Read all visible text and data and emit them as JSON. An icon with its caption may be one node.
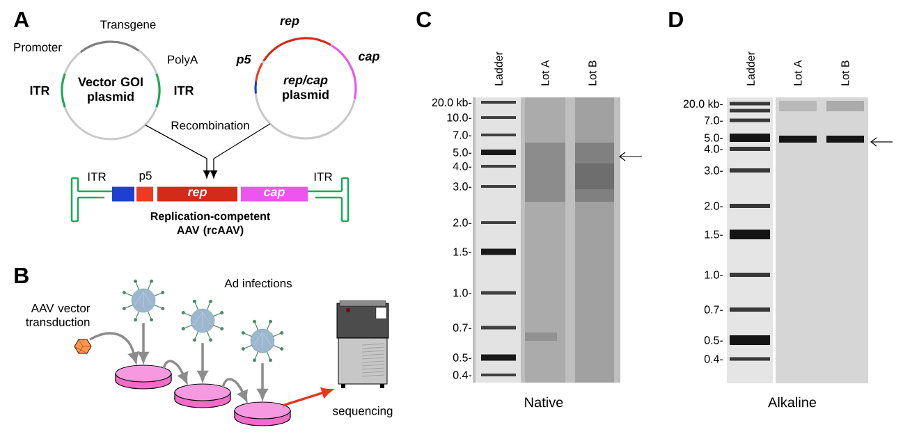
{
  "diagram": {
    "nodes": [
      {
        "text": [
          "Vector GOI plasmid"
        ],
        "beside": [
          "Transgene",
          "Promoter",
          "PolyA",
          "ITR",
          "ITR"
        ]
      },
      {
        "text": [
          "*rep/cap* plasmid"
        ],
        "beside": [
          "rep",
          "p5",
          "cap"
        ]
      },
      {
        "text": [
          "Replication-competent AAV (rcAAV)"
        ]
      },
      {
        "text": [],
        "shape": "box",
        "in": 2
      },
      {
        "text": [],
        "shape": "box",
        "in": 2
      },
      {
        "text": [
          "rep"
        ],
        "in": 2
      },
      {
        "text": [
          "cap"
        ],
        "in": 2
      },
      {
        "text": [],
        "shape": "picture",
        "beside": [
          "AAV vector transduction"
        ]
      },
      {
        "text": [],
        "shape": "picture"
      },
      {
        "text": [],
        "shape": "picture"
      },
      {
        "text": [],
        "shape": "picture"
      },
      {
        "text": [],
        "shape": "cylinder"
      },
      {
        "text": [],
        "shape": "cylinder"
      },
      {
        "text": [],
        "shape": "cylinder"
      },
      {
        "text": [],
        "shape": "picture",
        "beside": [
          "sequencing"
        ]
      }
    ],
    "edges": [
      {
        "from": 0,
        "to": 2,
        "arrow": "to",
        "label": "Recombination",
        "color": "#000000"
      },
      {
        "from": 1,
        "to": 2,
        "arrow": "to",
        "color": "#000000"
      },
      {
        "from": 7,
        "to": 11,
        "arrow": "to"
      },
      {
        "from": 8,
        "to": 11,
        "arrow": "to"
      },
      {
        "from": 11,
        "to": 12,
        "arrow": "to"
      },
      {
        "from": 9,
        "to": 12,
        "arrow": "to"
      },
      {
        "from": 12,
        "to": 13,
        "arrow": "to"
      },
      {
        "from": 10,
        "to": 13,
        "arrow": "to"
      },
      {
        "from": 13,
        "to": 14,
        "arrow": "to",
        "color": "#e8361c"
      }
    ],
    "labels": [
      "A",
      "ITR",
      "p5",
      "ITR",
      "B",
      "Ad infections",
      "C",
      "D",
      "Ladder",
      "Lot A",
      "Lot B",
      "Ladder",
      "Lot A",
      "Lot B",
      "20.0 kb-",
      "10.0-",
      "7.0-",
      "5.0-",
      "4.0-",
      "3.0-",
      "2.0-",
      "1.5-",
      "1.0-",
      "0.7-",
      "0.5-",
      "0.4-",
      "Native",
      "20.0 kb-",
      "7.0-",
      "5.0-",
      "4.0-",
      "3.0-",
      "2.0-",
      "1.5-",
      "1.0-",
      "0.7-",
      "0.5-",
      "0.4-",
      "Alkaline"
    ]
  }
}
